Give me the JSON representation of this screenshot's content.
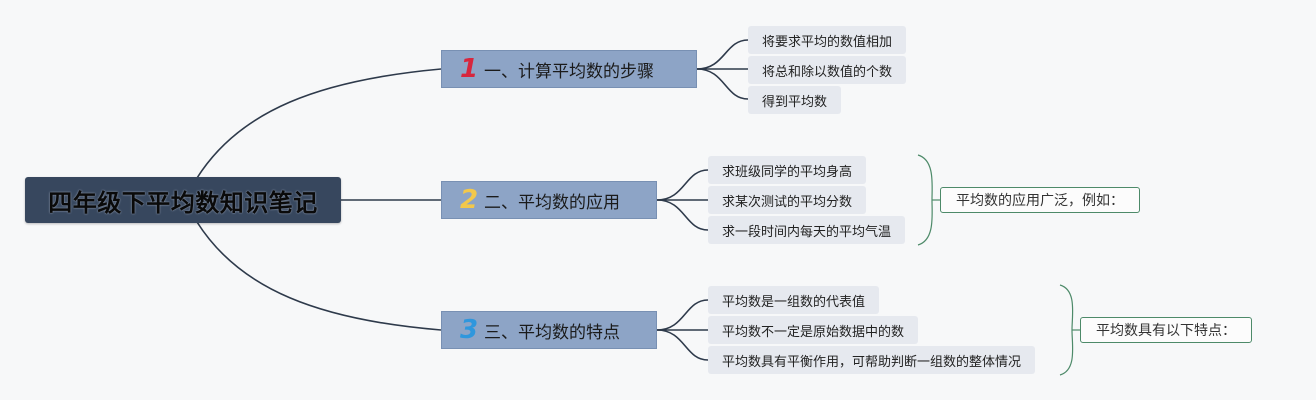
{
  "root": {
    "label": "四年级下平均数知识笔记"
  },
  "branches": [
    {
      "number": "1",
      "number_color": "#d7263d",
      "label": "一、计算平均数的步骤",
      "items": [
        "将要求平均的数值相加",
        "将总和除以数值的个数",
        "得到平均数"
      ]
    },
    {
      "number": "2",
      "number_color": "#f3c84b",
      "label": "二、平均数的应用",
      "items": [
        "求班级同学的平均身高",
        "求某次测试的平均分数",
        "求一段时间内每天的平均气温"
      ],
      "summary": "平均数的应用广泛，例如："
    },
    {
      "number": "3",
      "number_color": "#2f97dd",
      "label": "三、平均数的特点",
      "items": [
        "平均数是一组数的代表值",
        "平均数不一定是原始数据中的数",
        "平均数具有平衡作用，可帮助判断一组数的整体情况"
      ],
      "summary": "平均数具有以下特点："
    }
  ],
  "colors": {
    "root_bg": "#37475e",
    "branch_bg": "#8da4c6",
    "leaf_bg": "#e6e9ef",
    "connector": "#2e3a4b",
    "summary_border": "#4d8a69"
  }
}
